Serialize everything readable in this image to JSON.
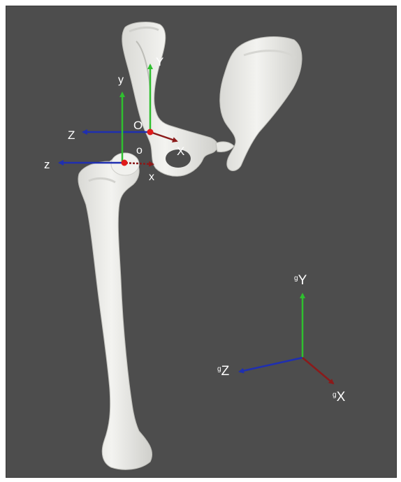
{
  "colors": {
    "background": "#4d4d4d",
    "bone": "#efefec",
    "bone_shade": "#c9c9c5",
    "axis_red": "#8b1a1a",
    "axis_green": "#2fbf2f",
    "axis_blue": "#1f2fb0",
    "origin_dot": "#e01b1b",
    "label": "#ffffff"
  },
  "pelvis_frame": {
    "origin": "O",
    "x": "X",
    "y": "Y",
    "z": "Z"
  },
  "femur_frame": {
    "origin": "o",
    "x": "x",
    "y": "y",
    "z": "z"
  },
  "global_frame": {
    "prefix": "g",
    "x": "X",
    "y": "Y",
    "z": "Z"
  }
}
